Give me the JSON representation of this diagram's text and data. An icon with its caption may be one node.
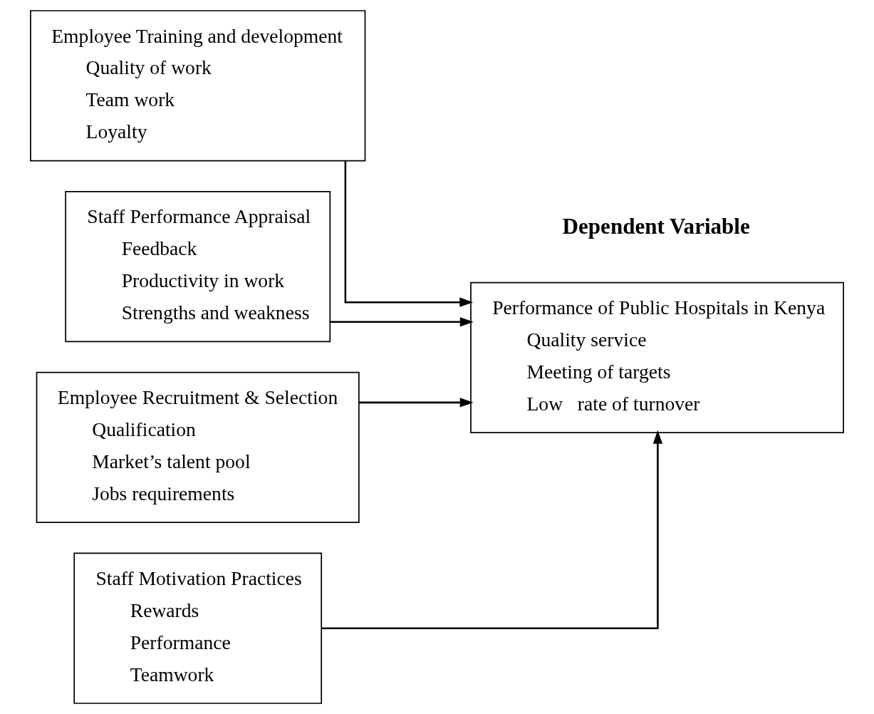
{
  "diagram": {
    "nodes": [
      {
        "text": [
          "Employee Training and development",
          "Quality of work",
          "Team work",
          "Loyalty"
        ]
      },
      {
        "text": [
          "Staff Performance Appraisal",
          "Feedback",
          "Productivity in work",
          "Strengths and weakness"
        ]
      },
      {
        "text": [
          "Employee Recruitment & Selection",
          "Qualification",
          "Market’s talent pool",
          "Jobs requirements"
        ]
      },
      {
        "text": [
          "Staff Motivation Practices",
          "Rewards",
          "Performance",
          "Teamwork"
        ]
      },
      {
        "text": [
          "Performance of Public Hospitals in Kenya",
          "Quality service",
          "Meeting of targets",
          "Low   rate of turnover"
        ]
      }
    ],
    "edges": [
      {
        "from": 0,
        "to": 4,
        "arrow": "to"
      },
      {
        "from": 1,
        "to": 4,
        "arrow": "to"
      },
      {
        "from": 2,
        "to": 4,
        "arrow": "to"
      },
      {
        "from": 3,
        "to": 4,
        "arrow": "to"
      }
    ],
    "labels": [
      "Dependent Variable"
    ]
  }
}
